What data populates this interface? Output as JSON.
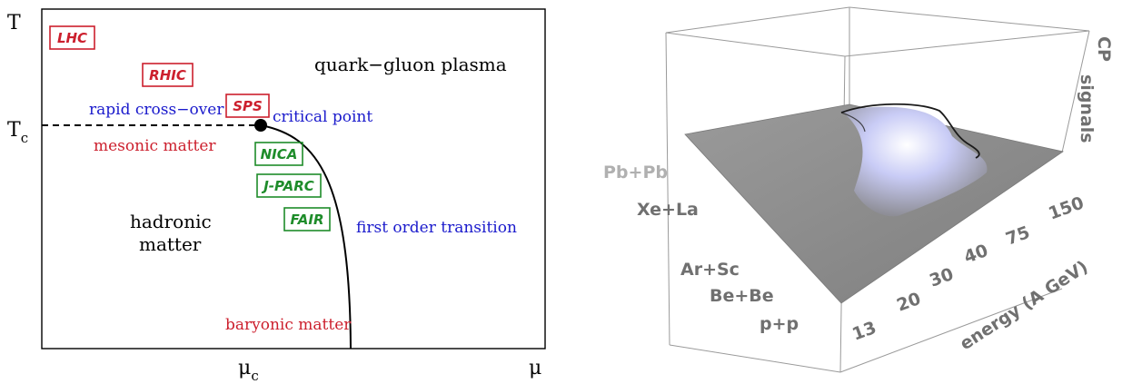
{
  "phase_diagram": {
    "axis_t": "T",
    "axis_tc_main": "T",
    "axis_tc_sub": "c",
    "axis_mu": "μ",
    "axis_muc_main": "μ",
    "axis_muc_sub": "c",
    "region_qgp": "quark−gluon plasma",
    "region_hadronic_1": "hadronic",
    "region_hadronic_2": "matter",
    "label_crossover": "rapid cross−over",
    "label_critical_point": "critical point",
    "label_mesonic": "mesonic matter",
    "label_first_order": "first order transition",
    "label_baryonic": "baryonic matter",
    "experiments": {
      "lhc": "LHC",
      "rhic": "RHIC",
      "sps": "SPS",
      "nica": "NICA",
      "jparc": "J-PARC",
      "fair": "FAIR"
    },
    "colors": {
      "red": "#cc1f2d",
      "green": "#1e8c2a",
      "blue": "#1a1acc",
      "black": "#000000"
    }
  },
  "cp_plot": {
    "z_label_1": "CP",
    "z_label_2": "signals",
    "systems": [
      "Pb+Pb",
      "Xe+La",
      "Ar+Sc",
      "Be+Be",
      "p+p"
    ],
    "energies": [
      "150",
      "75",
      "40",
      "30",
      "20",
      "13"
    ],
    "energy_axis_label": "energy (A GeV)",
    "colors": {
      "plane": "#8c8c8c",
      "peak": "#b4b8f0",
      "axis_text": "#707070",
      "faded_text": "#b0b0b0"
    }
  }
}
